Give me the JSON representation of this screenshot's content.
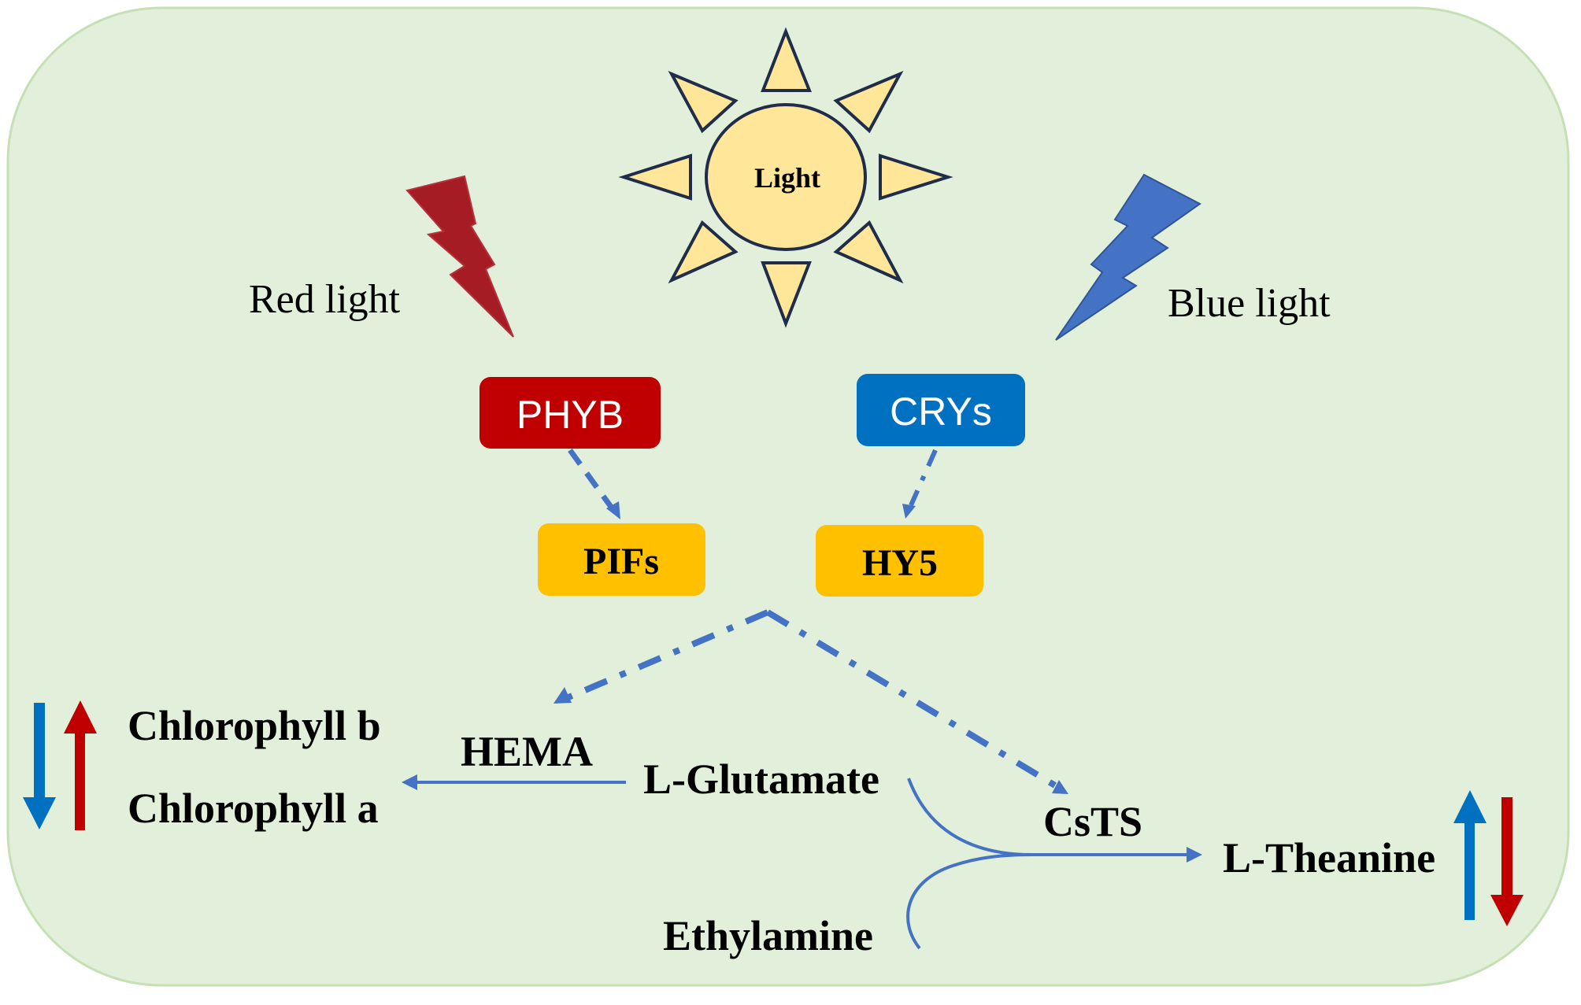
{
  "figure": {
    "type": "light signaling pathway diagram",
    "background_color": "#E2EFDA",
    "border_color": "#C5E0B4"
  },
  "sun": {
    "label": "Light",
    "icon": "sun-icon",
    "fill": "#FFE699",
    "stroke": "#1F2D4A"
  },
  "light_sources": {
    "red": {
      "label": "Red light",
      "icon": "red-lightning-icon",
      "color": "#A51C24"
    },
    "blue": {
      "label": "Blue light",
      "icon": "blue-lightning-icon",
      "color": "#4472C4"
    }
  },
  "photoreceptors": {
    "phyb": {
      "label": "PHYB",
      "fill": "#C00000",
      "text_color": "#FFFFFF"
    },
    "crys": {
      "label": "CRYs",
      "fill": "#0070C0",
      "text_color": "#FFFFFF"
    }
  },
  "transcription_factors": {
    "pifs": {
      "label": "PIFs",
      "fill": "#FFC000"
    },
    "hy5": {
      "label": "HY5",
      "fill": "#FFC000"
    }
  },
  "pathway": {
    "hema": "HEMA",
    "glutamate": "L-Glutamate",
    "ethylamine": "Ethylamine",
    "csts": "CsTS",
    "theanine": "L-Theanine",
    "chlorophyll_b": "Chlorophyll b",
    "chlorophyll_a": "Chlorophyll a",
    "line_color": "#4472C4"
  },
  "effects": {
    "chlorophyll": [
      {
        "light": "blue",
        "direction": "down",
        "color": "#0070C0"
      },
      {
        "light": "red",
        "direction": "up",
        "color": "#C00000"
      }
    ],
    "theanine": [
      {
        "light": "blue",
        "direction": "up",
        "color": "#0070C0"
      },
      {
        "light": "red",
        "direction": "down",
        "color": "#C00000"
      }
    ]
  },
  "edges": [
    {
      "from": "PHYB",
      "to": "PIFs",
      "style": "dashed"
    },
    {
      "from": "CRYs",
      "to": "HY5",
      "style": "dash-dot"
    },
    {
      "from": "PIFs/HY5",
      "to": "HEMA",
      "style": "dash-dot"
    },
    {
      "from": "PIFs/HY5",
      "to": "CsTS",
      "style": "dash-dot"
    },
    {
      "from": "L-Glutamate",
      "to": "Chlorophyll",
      "style": "solid",
      "via": "HEMA"
    },
    {
      "from": "L-Glutamate + Ethylamine",
      "to": "L-Theanine",
      "style": "solid",
      "via": "CsTS"
    }
  ]
}
